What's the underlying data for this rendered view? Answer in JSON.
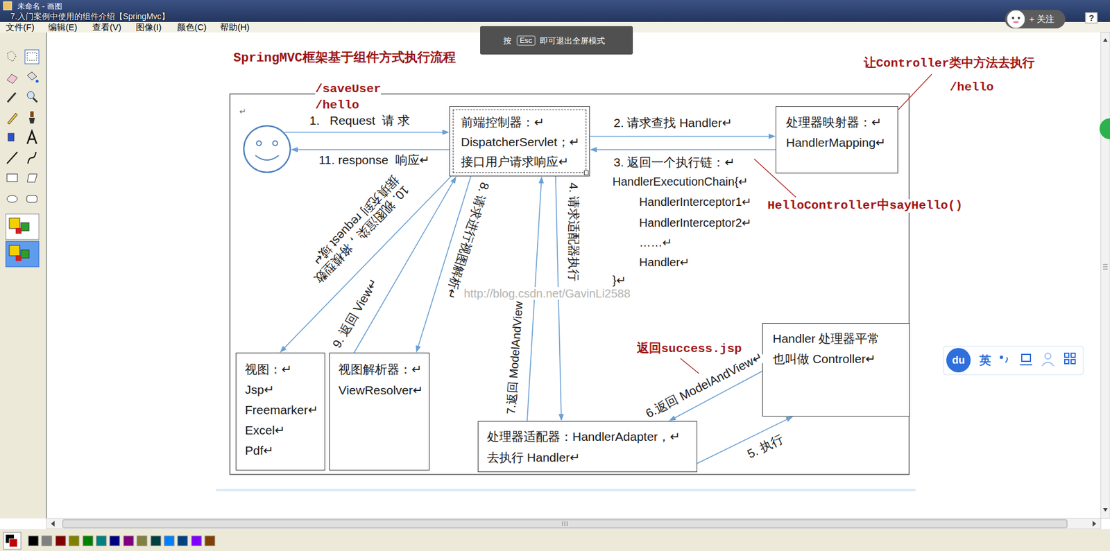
{
  "diagram": {
    "title": "SpringMVC框架基于组件方式执行流程",
    "nodes": [
      {
        "text": [
          "前端控制器：↵",
          "DispatcherServlet；↵",
          "接口用户请求响应↵"
        ]
      },
      {
        "text": [
          "处理器映射器：↵",
          "HandlerMapping↵"
        ]
      },
      {
        "text": [
          "Handler 处理器平常 也叫做 Controller↵"
        ]
      },
      {
        "text": [
          "视图：↵",
          "Jsp↵",
          "Freemarker↵",
          "Excel↵",
          "Pdf↵"
        ]
      },
      {
        "text": [
          "视图解析器：↵",
          "ViewResolver↵"
        ]
      },
      {
        "text": [
          "处理器适配器：HandlerAdapter，↵",
          "去执行 Handler↵"
        ]
      }
    ],
    "edges": [
      {
        "from": 0,
        "to": 1,
        "arrow": "to",
        "label": "2. 请求查找 Handler↵"
      },
      {
        "from": 1,
        "to": 0,
        "arrow": "to",
        "label": "3. 返回一个执行链：↵"
      },
      {
        "from": 0,
        "to": 5,
        "arrow": "to",
        "label": "4. 请求适配器执行"
      },
      {
        "from": 5,
        "to": 2,
        "arrow": "to",
        "label": "5. 执行"
      },
      {
        "from": 2,
        "to": 5,
        "arrow": "to",
        "label": "6.返回 ModelAndView↵"
      },
      {
        "from": 5,
        "to": 0,
        "arrow": "to",
        "label": "7.返回 ModelAndView"
      },
      {
        "from": 0,
        "to": 4,
        "arrow": "to",
        "label": "8. 请求进行视图解析↵"
      },
      {
        "from": 4,
        "to": 0,
        "arrow": "to",
        "label": "9. 返回 View↵"
      },
      {
        "from": 0,
        "to": 3,
        "arrow": "to",
        "label": "10. 视图渲染，将模型数据填充到 request 域↵"
      }
    ],
    "labels": [
      "未命名 - 画图",
      "7.入门案例中使用的组件介绍【SpringMvc】",
      "文件(F)",
      "编辑(E)",
      "查看(V)",
      "图像(I)",
      "颜色(C)",
      "帮助(H)",
      "按",
      "Esc",
      "即可退出全屏模式",
      "+ 关注",
      "?",
      "/saveUser",
      "/hello",
      "让Controller类中方法去执行",
      "/hello",
      "↵",
      "1.   Request  请 求",
      "11. response  响应↵",
      "HandlerExecutionChain{↵",
      "HandlerInterceptor1↵",
      "HandlerInterceptor2↵",
      "……↵",
      "Handler↵",
      "}↵",
      "HelloController中sayHello()",
      "http://blog.csdn.net/GavinLi2588",
      "返回success.jsp",
      "du",
      "英"
    ]
  }
}
